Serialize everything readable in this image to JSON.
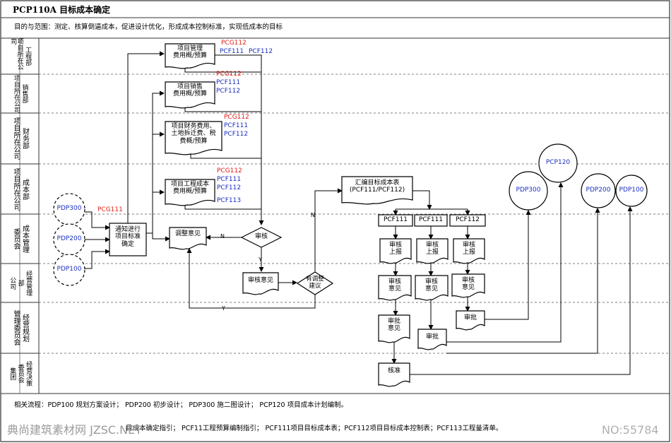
{
  "header": {
    "title": "PCP110A  目标成本确定",
    "scope": "目的与范围：测定、核算倒逼成本，促进设计优化，形成成本控制标准，实现低成本的目标"
  },
  "lanes": [
    [
      "工程部",
      "项目所在公司"
    ],
    [
      "销售部",
      "项目所在公司"
    ],
    [
      "财务部",
      "项目所在公司"
    ],
    [
      "成本部",
      "项目所在公司"
    ],
    [
      "成本管理",
      "委员会"
    ],
    [
      "经营管理",
      "部",
      "公司"
    ],
    [
      "经营规划",
      "管理委员会"
    ],
    [
      "经营决策",
      "委员会",
      "集团"
    ]
  ],
  "circles": {
    "pdp300_left": "PDP300",
    "pdp200_left": "PDP200",
    "pdp100_left": "PDP100",
    "pcp120": "PCP120",
    "pdp300_right": "PDP300",
    "pdp200_right": "PDP200",
    "pdp100_right": "PDP100"
  },
  "nodes": {
    "notify": "通知进行\n项目标准\n确定",
    "proj_mgmt": "项目管理\n费用概/预算",
    "sales": "项目销售\n费用概/预算",
    "finance": "项目财务费用、\n土地拆迁费、税\n费概/预算",
    "engineering": "项目工程成本\n费用概/预算",
    "adjust": "调整意见",
    "review": "审核",
    "review_opinion": "审核意见",
    "has_adjust": "有调整\n建议",
    "summary": "汇编目标成本表\n(PCF111/PCF112)",
    "pcf111_a": "PCF111",
    "pcf111_b": "PCF111",
    "pcf112": "PCF112",
    "report_a": "审核\n上报",
    "report_b": "审核\n上报",
    "report_c": "审核\n上报",
    "opinion_a": "审核\n意见",
    "opinion_b": "审核\n意见",
    "opinion_c": "审核\n意见",
    "approve_opinion": "审批\n意见",
    "approve_b": "审批",
    "approve_c": "审批",
    "ratify": "核准"
  },
  "codes": {
    "pcg111": "PCG111",
    "pm_1": "PCG112",
    "pm_2": "PCF111",
    "pm_3": "PCF112",
    "s_1": "PCG112",
    "s_2": "PCF111",
    "s_3": "PCF112",
    "f_1": "PCG112",
    "f_2": "PCF111",
    "f_3": "PCF112",
    "e_1": "PCG112",
    "e_2": "PCF111",
    "e_3": "PCF112",
    "e_4": "PCF113"
  },
  "arrow_labels": {
    "n1": "N",
    "y1": "Y",
    "n2": "N",
    "y2": "Y"
  },
  "footer": {
    "related": "相关流程：PDP100 规划方案设计；  PDP200 初步设计；  PDP300 施二图设计；  PCP120 项目成本计划编制。",
    "docs_tail": "目成本确定指引；  PCF11工程预算编制指引；  PCF111项目目标成本表；PCF112项目目标成本控制表；PCF113工程量清单。",
    "watermark": "典尚建筑素材网 JZSC.NET",
    "number": "NO:55784"
  },
  "colors": {
    "red": "#e0201a",
    "blue": "#1b2fc0",
    "line": "#000000",
    "grid": "#555555"
  }
}
